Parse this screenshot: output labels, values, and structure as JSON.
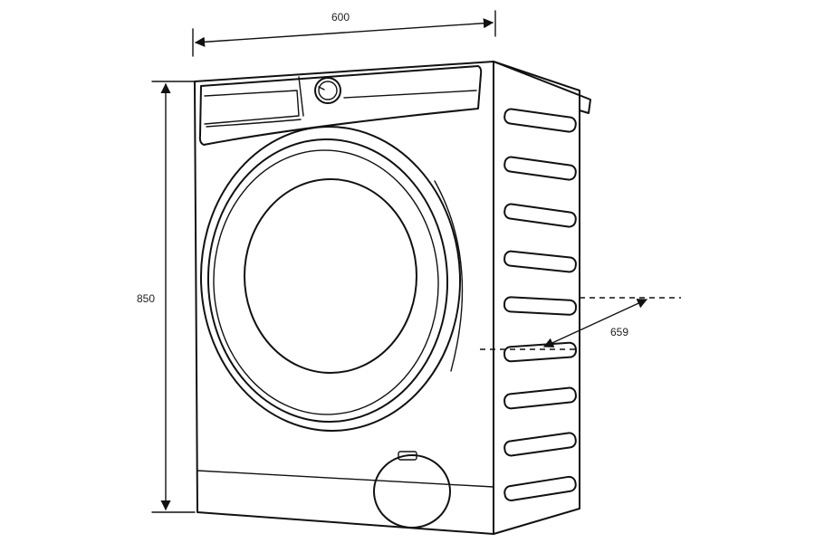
{
  "dimensions": {
    "width": "600",
    "height": "850",
    "depth": "659"
  },
  "colors": {
    "line": "#111111",
    "background": "#ffffff"
  }
}
